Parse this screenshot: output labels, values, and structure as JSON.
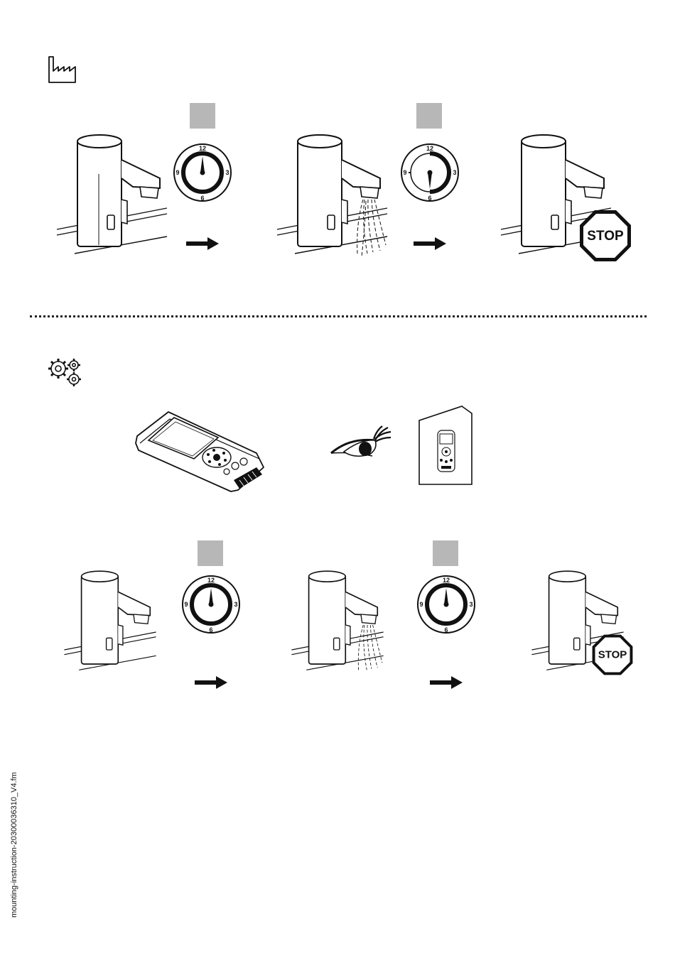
{
  "sections": {
    "factory": {
      "icon": "factory-icon"
    },
    "settings": {
      "icon": "gears-icon"
    }
  },
  "clock": {
    "n12": "12",
    "n3": "3",
    "n6": "6",
    "n9": "9"
  },
  "stop_sign": {
    "label": "STOP"
  },
  "footer": {
    "filename": "mounting-instruction-20300036310_V4.fm"
  },
  "colors": {
    "step_box": "#b7b7b7",
    "line": "#111111"
  }
}
